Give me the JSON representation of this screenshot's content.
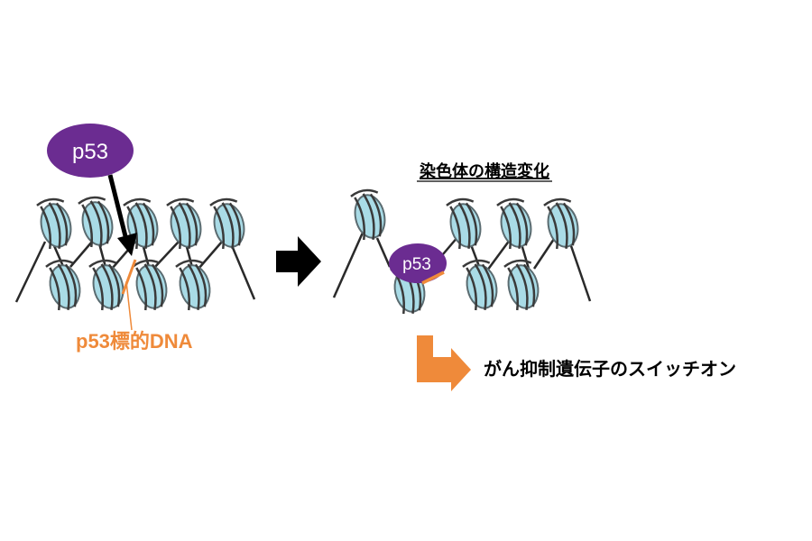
{
  "left_panel": {
    "p53_label": "p53",
    "target_dna_label": "p53標的DNA"
  },
  "right_panel": {
    "title": "染色体の構造変化",
    "p53_label": "p53",
    "result_label": "がん抑制遺伝子のスイッチオン"
  },
  "colors": {
    "p53_purple": "#6b2c91",
    "accent_orange": "#ef8a3a",
    "nucleosome_fill": "#a9dbe6",
    "nucleosome_stroke": "#5a6b70",
    "dna_line": "#2a2a2a",
    "arrow_black": "#000000"
  }
}
